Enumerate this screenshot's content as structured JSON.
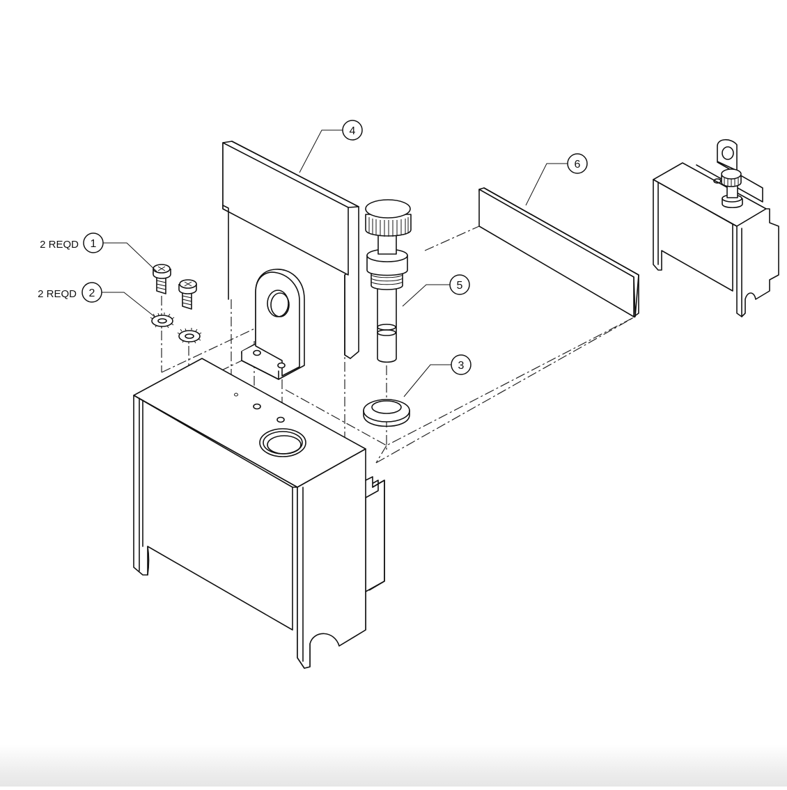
{
  "callouts": [
    {
      "id": "1",
      "note": "2 REQD"
    },
    {
      "id": "2",
      "note": "2 REQD"
    },
    {
      "id": "3",
      "note": ""
    },
    {
      "id": "4",
      "note": ""
    },
    {
      "id": "5",
      "note": ""
    },
    {
      "id": "6",
      "note": ""
    }
  ],
  "colors": {
    "line": "#111111",
    "background": "#ffffff",
    "bottom_shadow": "#e6e6e6"
  }
}
